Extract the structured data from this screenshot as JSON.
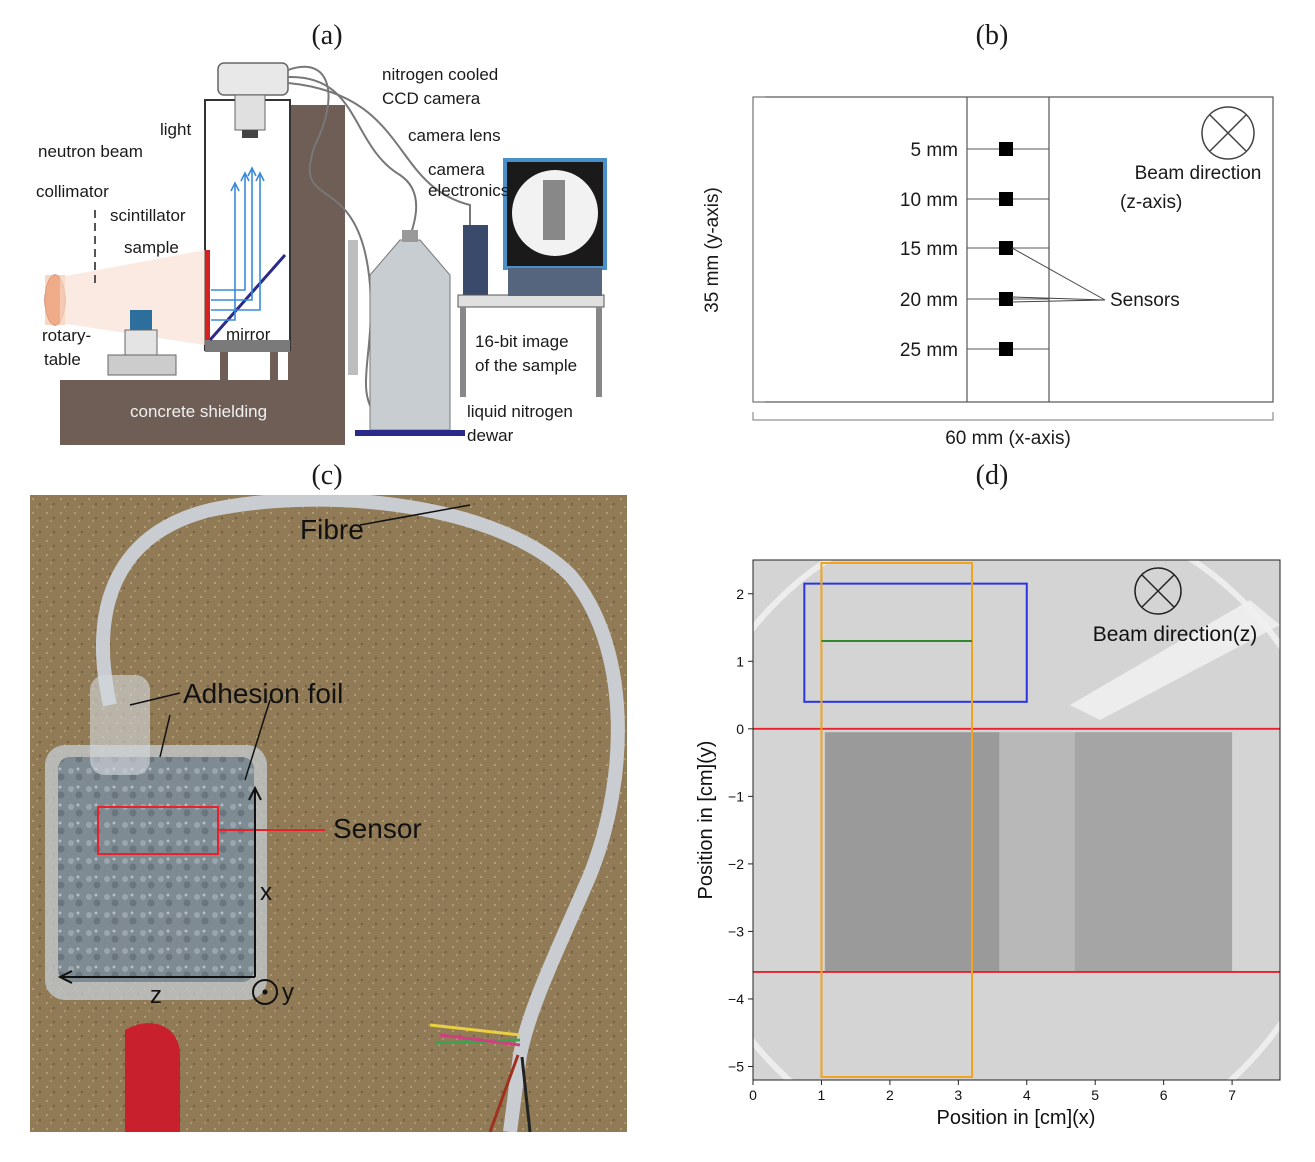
{
  "panels": {
    "a": {
      "label": "(a)",
      "labels": {
        "camera": "nitrogen cooled",
        "camera2": "CCD camera",
        "light": "light",
        "camera_lens": "camera lens",
        "neutron_beam": "neutron beam",
        "collimator": "collimator",
        "scintillator": "scintillator",
        "sample": "sample",
        "electronics": "camera",
        "electronics2": "electronics",
        "rotary": "rotary-",
        "rotary2": "table",
        "mirror": "mirror",
        "image": "16-bit image",
        "image2": "of the sample",
        "shielding": "concrete shielding",
        "dewar": "liquid nitrogen",
        "dewar2": "dewar"
      }
    },
    "b": {
      "label": "(b)",
      "depths": [
        "5 mm",
        "10 mm",
        "15 mm",
        "20 mm",
        "25 mm"
      ],
      "beam": "Beam direction",
      "beam_axis": "(z-axis)",
      "sensors": "Sensors",
      "y_dim": "35 mm (y-axis)",
      "x_dim": "60 mm (x-axis)"
    },
    "c": {
      "label": "(c)",
      "fibre": "Fibre",
      "foil": "Adhesion foil",
      "sensor": "Sensor",
      "axis_x": "x",
      "axis_z": "z",
      "axis_y": "y"
    },
    "d": {
      "label": "(d)",
      "beam": "Beam direction(z)",
      "xlabel": "Position in [cm](x)",
      "ylabel": "Position in [cm](y)"
    }
  },
  "chart_data": {
    "type": "heatmap",
    "title": "",
    "xlabel": "Position in [cm](x)",
    "ylabel": "Position in [cm](y)",
    "xlim": [
      0,
      7.7
    ],
    "ylim": [
      -5.2,
      2.5
    ],
    "xticks": [
      "0",
      "1",
      "2",
      "3",
      "4",
      "5",
      "6",
      "7"
    ],
    "yticks": [
      "2",
      "1",
      "0",
      "−1",
      "−2",
      "−3",
      "−4",
      "−5"
    ],
    "overlays": {
      "red_lines_y": [
        0,
        -3.6
      ],
      "blue_box": {
        "x": [
          0.75,
          4.0
        ],
        "y": [
          0.4,
          2.15
        ]
      },
      "orange_box": {
        "x": [
          1.0,
          3.2
        ],
        "y": [
          -5.2,
          2.5
        ]
      },
      "green_line": {
        "x": [
          1.0,
          3.2
        ],
        "y": 1.3
      }
    },
    "colors": {
      "red": "#e8212b",
      "blue": "#2a35e0",
      "orange": "#f2a31d",
      "green": "#2f8a2f"
    }
  }
}
